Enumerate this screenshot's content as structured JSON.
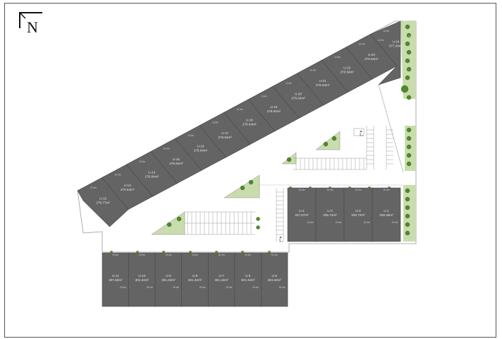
{
  "north_arrow": {
    "letter": "N"
  },
  "units_row_top": [
    {
      "id": "U-12",
      "area": "278.77m²"
    },
    {
      "id": "U-13",
      "area": "276.64m²"
    },
    {
      "id": "U-14",
      "area": "276.64m²"
    },
    {
      "id": "U-15",
      "area": "276.64m²"
    },
    {
      "id": "U-16",
      "area": "276.64m²"
    },
    {
      "id": "U-17",
      "area": "276.64m²"
    },
    {
      "id": "U-18",
      "area": "276.64m²"
    },
    {
      "id": "U-19",
      "area": "276.64m²"
    },
    {
      "id": "U-20",
      "area": "276.64m²"
    },
    {
      "id": "U-21",
      "area": "276.64m²"
    },
    {
      "id": "U-22",
      "area": "276.64m²"
    },
    {
      "id": "U-23",
      "area": "276.64m²"
    },
    {
      "id": "U-24",
      "area": "377.46m²"
    }
  ],
  "units_row_right": [
    {
      "id": "U-4",
      "area": "327.57m²"
    },
    {
      "id": "U-3",
      "area": "325.74m²"
    },
    {
      "id": "U-2",
      "area": "325.74m²"
    },
    {
      "id": "U-1",
      "area": "326.35m²"
    }
  ],
  "units_row_bottom": [
    {
      "id": "U-11",
      "area": "307.63m²"
    },
    {
      "id": "U-10",
      "area": "301.34m²"
    },
    {
      "id": "U-9",
      "area": "301.34m²"
    },
    {
      "id": "U-8",
      "area": "301.34m²"
    },
    {
      "id": "U-7",
      "area": "301.34m²"
    },
    {
      "id": "U-6",
      "area": "301.34m²"
    },
    {
      "id": "U-5",
      "area": "303.62m²"
    }
  ],
  "dimensions": {
    "frontage": "10.4m",
    "depth_diag": "22.4m",
    "depth_right": "24.4m",
    "depth_bottom": "29.4m",
    "end_diag": "21.2m"
  },
  "colors": {
    "unit_fill": "#646464",
    "unit_stroke": "#4a4a4a",
    "landscape": "#c9dcae",
    "tree": "#4f8a2a",
    "parking_line": "#9a9a9a",
    "outline": "#7a7a7a"
  }
}
